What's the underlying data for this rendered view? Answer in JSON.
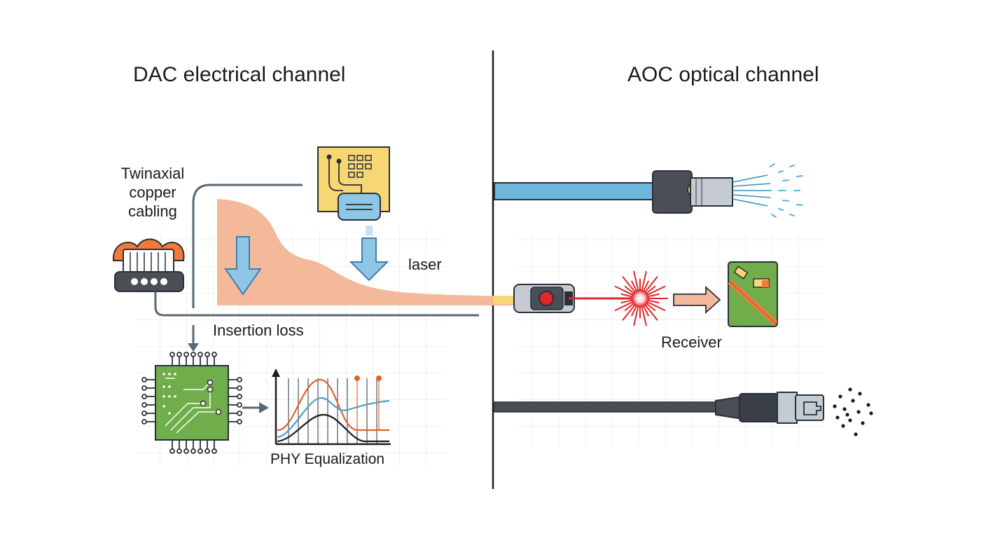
{
  "left_panel": {
    "title": "DAC electrical channel",
    "twinax_label": "Twinaxial copper cabling",
    "insertion_loss_label": "Insertion loss",
    "laser_label": "laser",
    "phy_label": "PHY Equalization"
  },
  "right_panel": {
    "title": "AOC optical channel",
    "receiver_label": "Receiver"
  },
  "colors": {
    "text": "#1b1b1b",
    "loss_fill": "#f4b99a",
    "arrow_blue": "#8ec7e6",
    "outline": "#2a2f3a",
    "chip_green": "#6fae4a",
    "pcb_yellow": "#f7d774",
    "fiber_blue": "#6fb6dd",
    "copper_orange": "#ef7a3a",
    "laser_red": "#e2262b",
    "cable_grey": "#4a4e55",
    "grid": "#dbe3ea"
  },
  "icons": [
    "twinax-connector-icon",
    "pcb-board-icon",
    "phy-chip-icon",
    "eq-graph-icon",
    "optical-connector-icon",
    "laser-burst-icon",
    "receiver-board-icon",
    "fiber-cable-icon",
    "copper-cable-icon"
  ]
}
